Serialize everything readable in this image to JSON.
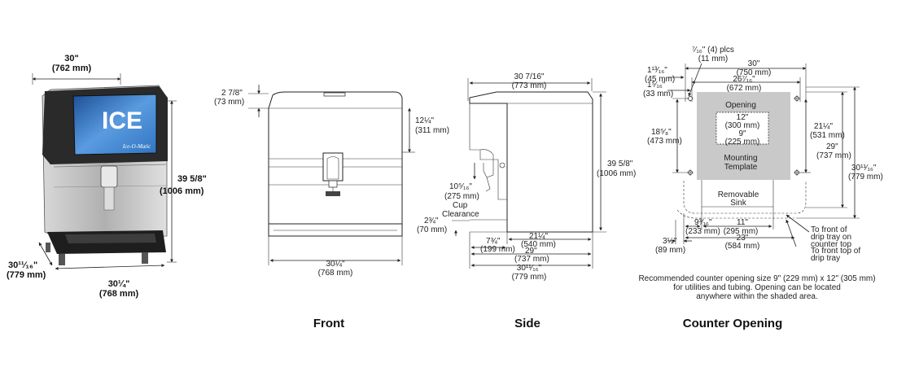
{
  "photo": {
    "logo_main": "ICE",
    "logo_brand": "Ice-O-Matic",
    "width_top": "30\"",
    "width_top_mm": "(762 mm)",
    "height": "39 5/8\"",
    "height_mm": "(1006 mm)",
    "depth": "30¹¹⁄₁₆\"",
    "depth_mm": "(779 mm)",
    "width_bottom": "30¼\"",
    "width_bottom_mm": "(768 mm)"
  },
  "front": {
    "caption": "Front",
    "top_in": "2 7/8\"",
    "top_mm": "(73 mm)",
    "upper_in": "12¼\"",
    "upper_mm": "(311 mm)",
    "width_in": "30¼\"",
    "width_mm": "(768 mm)"
  },
  "side": {
    "caption": "Side",
    "top_in": "30 7/16\"",
    "top_mm": "(773 mm)",
    "height_in": "39 5/8\"",
    "height_mm": "(1006 mm)",
    "spout_in": "10⁵⁄₁₆\"",
    "spout_mm": "(275 mm)",
    "cup_label": "Cup",
    "clearance_label": "Clearance",
    "clear_in": "2¾\"",
    "clear_mm": "(70 mm)",
    "d1_in": "7¾\"",
    "d1_mm": "(199 mm)",
    "d2_in": "21¼\"",
    "d2_mm": "(540 mm)",
    "d3_in": "29\"",
    "d3_mm": "(737 mm)",
    "d4_in": "30¹¹⁄₁₆\"",
    "d4_mm": "(779 mm)"
  },
  "counter": {
    "caption": "Counter Opening",
    "holes": "⁷⁄₁₆\" (4) plcs",
    "holes_mm": "(11 mm)",
    "w30": "30\"",
    "w30_mm": "(750 mm)",
    "w26": "26⁷⁄₁₆\"",
    "w26_mm": "(672 mm)",
    "l1": "1¹³⁄₁₆\"",
    "l1_mm": "(45 mm)",
    "l2": "1⁵⁄₁₆\"",
    "l2_mm": "(33 mm)",
    "l3": "18⁵⁄₈\"",
    "l3_mm": "(473 mm)",
    "opening": "Opening",
    "op_w": "12\"",
    "op_w_mm": "(300 mm)",
    "op_h": "9\"",
    "op_h_mm": "(225 mm)",
    "mounting": "Mounting",
    "template": "Template",
    "removable": "Removable",
    "sink": "Sink",
    "r1": "21¼\"",
    "r1_mm": "(531 mm)",
    "r2": "29\"",
    "r2_mm": "(737 mm)",
    "r3": "30¹¹⁄₁₆\"",
    "r3_mm": "(779 mm)",
    "b1": "9³⁄₁₆\"",
    "b1_mm": "(233 mm)",
    "b2": "11\"",
    "b2_mm": "(295 mm)",
    "b3": "23\"",
    "b3_mm": "(584 mm)",
    "b4": "3½\"",
    "b4_mm": "(89 mm)",
    "tray1a": "To front of",
    "tray1b": "drip tray on",
    "tray1c": "counter top",
    "tray2a": "To front top of",
    "tray2b": "drip tray",
    "note1": "Recommended counter opening size 9\" (229 mm) x 12\" (305 mm)",
    "note2": "for utilities and tubing. Opening can be located",
    "note3": "anywhere within the shaded area."
  },
  "colors": {
    "shade": "#c9c9c9",
    "screen": "#2f74c0",
    "steel": "#b8b8b8",
    "housing": "#2a2a2a"
  }
}
